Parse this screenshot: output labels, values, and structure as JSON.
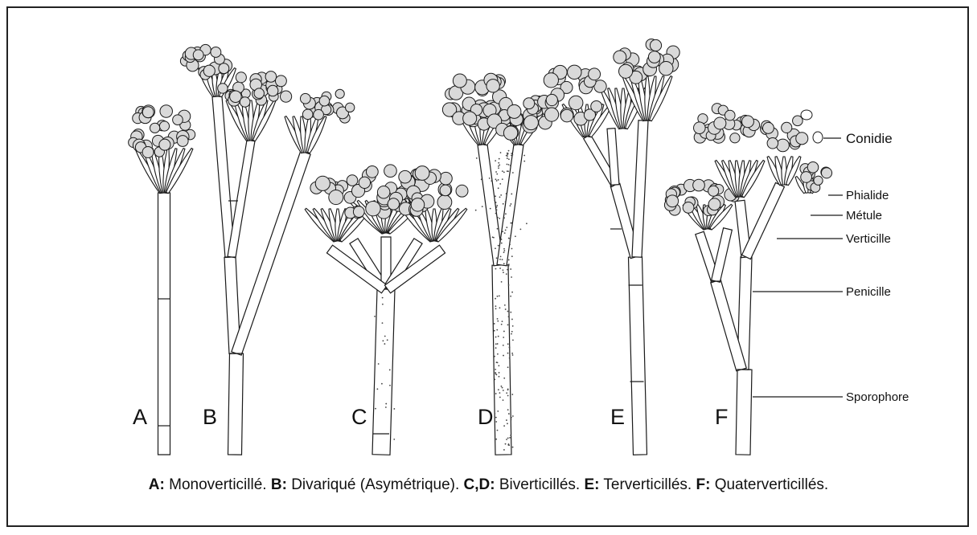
{
  "colors": {
    "line": "#1a1a1a",
    "conidium_fill": "#d9d9d9",
    "stipe_fill": "#ffffff"
  },
  "letters": [
    "A",
    "B",
    "C",
    "D",
    "E",
    "F"
  ],
  "labels": {
    "conidie": "Conidie",
    "phialide": "Phialide",
    "metule": "Métule",
    "verticille": "Verticille",
    "penicille": "Penicille",
    "sporophore": "Sporophore"
  },
  "caption": [
    {
      "key": "A:",
      "text": " Monoverticillé. "
    },
    {
      "key": "B:",
      "text": " Divariqué (Asymétrique). "
    },
    {
      "key": "C,D:",
      "text": " Biverticillés. "
    },
    {
      "key": "E:",
      "text": " Terverticillés. "
    },
    {
      "key": "F:",
      "text": " Quaterverticillés."
    }
  ]
}
